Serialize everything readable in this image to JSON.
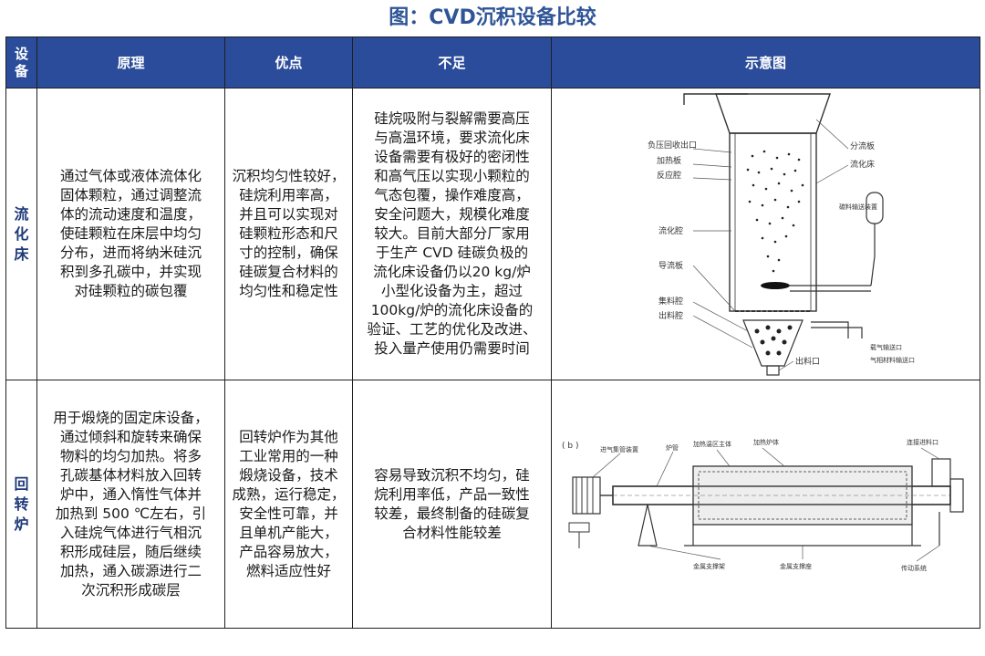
{
  "title": "图：CVD沉积设备比较",
  "headers": {
    "equipment": "设备",
    "principle": "原理",
    "advantages": "优点",
    "shortcomings": "不足",
    "diagram": "示意图"
  },
  "rows": [
    {
      "name": "流化床",
      "principle": [
        "通过气体或液体流体化",
        "固体颗粒，通过调整流",
        "体的流动速度和温度，",
        "使硅颗粒在床层中均匀",
        "分布，进而将纳米硅沉",
        "积到多孔碳中，并实现",
        "对硅颗粒的碳包覆"
      ],
      "advantages": [
        "沉积均匀性较好，",
        "硅烷利用率高，",
        "并且可以实现对",
        "硅颗粒形态和尺",
        "寸的控制，确保",
        "硅碳复合材料的",
        "均匀性和稳定性"
      ],
      "shortcomings": [
        "硅烷吸附与裂解需要高压",
        "与高温环境，要求流化床",
        "设备需要有极好的密闭性",
        "和高气压以实现小颗粒的",
        "气态包覆，操作难度高，",
        "安全问题大，规模化难度",
        "较大。目前大部分厂家用",
        "于生产 CVD 硅碳负极的",
        "流化床设备仍以20 kg/炉",
        "小型化设备为主，超过",
        "100kg/炉的流化床设备的",
        "验证、工艺的优化及改进、",
        "投入量产使用仍需要时间"
      ],
      "diagram_labels": {
        "negative_outlet": "负压回收出口",
        "heating_plate": "加热板",
        "reaction_chamber": "反应腔",
        "distributor_plate": "分流板",
        "fluidized_bed": "流化床",
        "carbon_feeder": "碳料输送装置",
        "fluid_chamber": "流化腔",
        "guide_plate": "导流板",
        "collector_chamber": "集料腔",
        "discharge_chamber": "出料腔",
        "discharge_port": "出料口",
        "carrier_gas_port": "载气输送口",
        "gas_material_port": "气相材料输送口"
      }
    },
    {
      "name": "回转炉",
      "principle": [
        "用于煅烧的固定床设备，",
        "通过倾斜和旋转来确保",
        "物料的均匀加热。将多",
        "孔碳基体材料放入回转",
        "炉中，通入惰性气体并",
        "加热到 500 ℃左右，引",
        "入硅烷气体进行气相沉",
        "积形成硅层，随后继续",
        "加热，通入碳源进行二",
        "次沉积形成碳层"
      ],
      "advantages": [
        "回转炉作为其他",
        "工业常用的一种",
        "煅烧设备，技术",
        "成熟，运行稳定，",
        "安全性可靠，并",
        "且单机产能大，",
        "产品容易放大，",
        "燃料适应性好"
      ],
      "shortcomings": [
        "容易导致沉积不均匀，硅",
        "烷利用率低，产品一致性",
        "较差，最终制备的硅碳复",
        "合材料性能较差"
      ],
      "diagram_labels": {
        "tag": "( b )",
        "inlet_device": "进气集管装置",
        "furnace_tube": "炉管",
        "heating_zone": "加热温区主体",
        "furnace_body": "加热炉体",
        "feed_port": "连接进料口",
        "support_frame": "金属支撑架",
        "support_base": "金属支撑座",
        "drive_system": "传动系统"
      }
    }
  ]
}
